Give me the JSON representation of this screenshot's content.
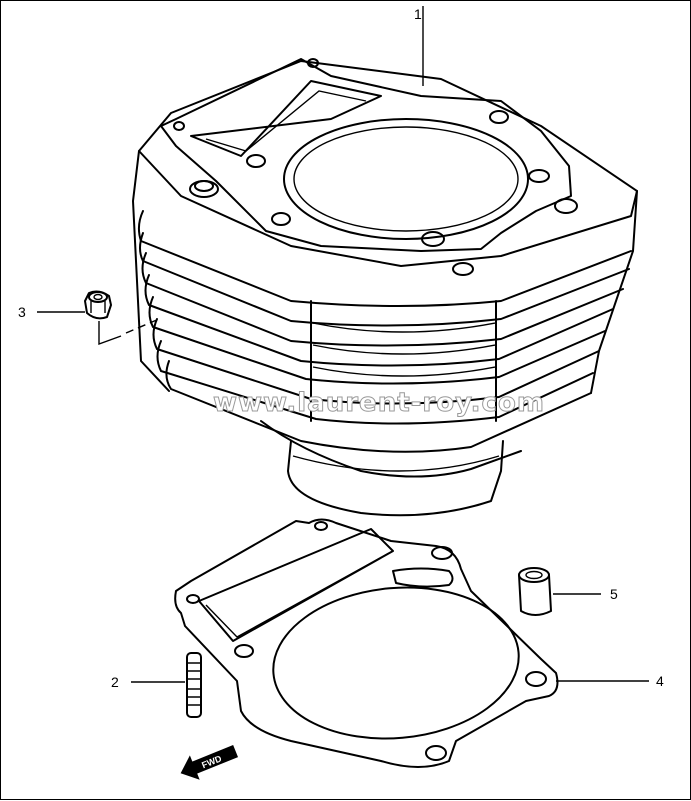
{
  "diagram": {
    "callouts": [
      {
        "id": "1",
        "label": "1"
      },
      {
        "id": "2",
        "label": "2"
      },
      {
        "id": "3",
        "label": "3"
      },
      {
        "id": "4",
        "label": "4"
      },
      {
        "id": "5",
        "label": "5"
      }
    ],
    "watermark": "www.laurent-roy.com",
    "forward_marker": "FWD"
  }
}
